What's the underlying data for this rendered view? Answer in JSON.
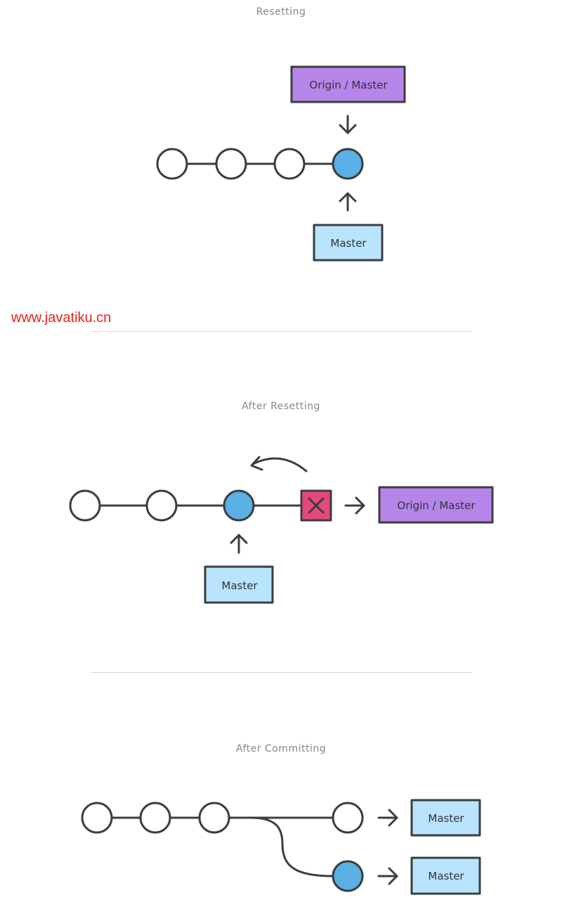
{
  "sections": {
    "resetting": {
      "caption": "Resetting",
      "top_label": "Origin / Master",
      "bottom_label": "Master"
    },
    "after_resetting": {
      "caption": "After Resetting",
      "right_label": "Origin / Master",
      "bottom_label": "Master"
    },
    "after_committing": {
      "caption": "After Committing",
      "upper_label": "Master",
      "lower_label": "Master"
    }
  },
  "watermark": "www.javatiku.cn",
  "colors": {
    "stroke": "#3d3d3d",
    "commit_fill": "#ffffff",
    "active_commit": "#5aafe4",
    "origin_box": "#b585ea",
    "master_box": "#b9e4fe",
    "removed_commit": "#e4487d",
    "watermark": "#e8231f"
  }
}
